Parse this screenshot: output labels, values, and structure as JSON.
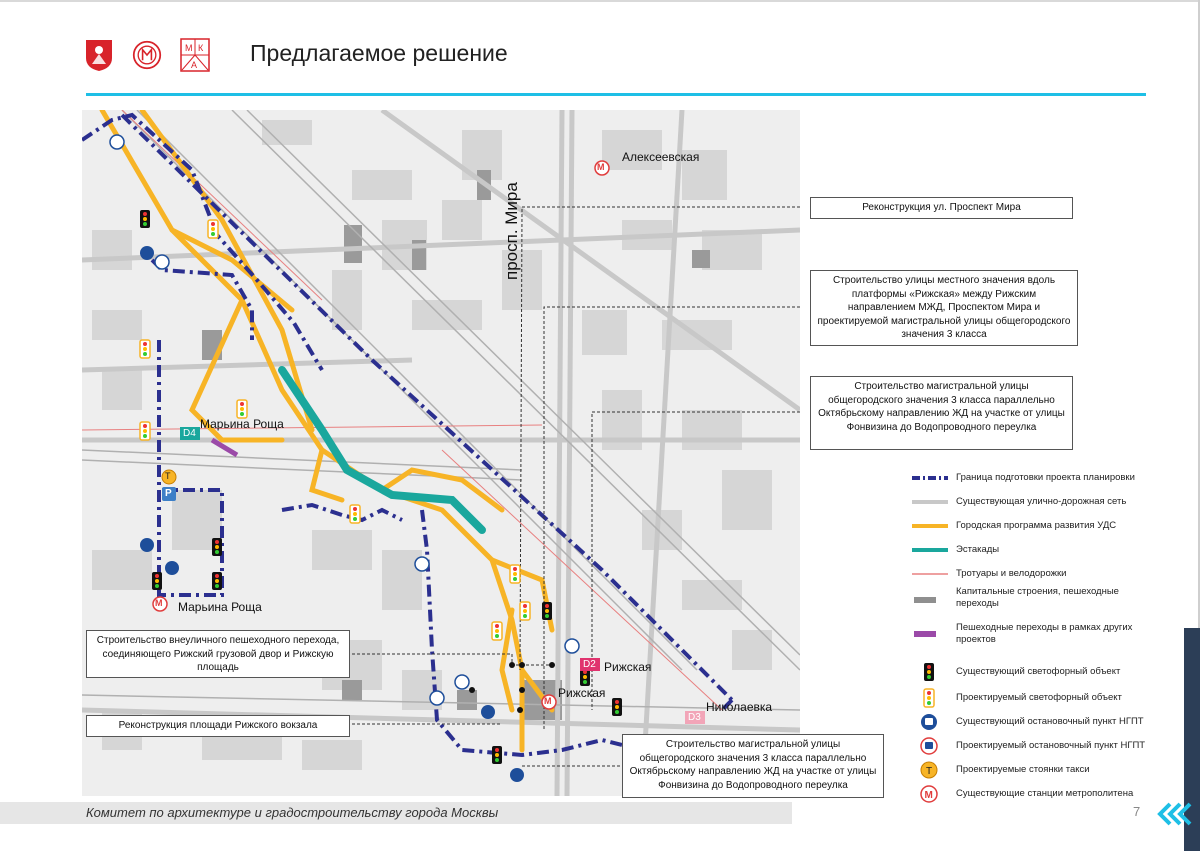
{
  "header": {
    "title": "Предлагаемое решение",
    "logo_text": "МКА"
  },
  "map": {
    "labels": {
      "alekseevskaya": "Алексеевская",
      "prosp_mira": "просп. Мира",
      "marina_roshcha_top": "Марьина Роща",
      "marina_roshcha_bottom": "Марьина Роща",
      "rizhskaya_right": "Рижская",
      "rizhskaya_center": "Рижская",
      "nikolaevka": "Николаевка",
      "badge_d4": "D4",
      "badge_d2": "D2",
      "badge_d3": "D3",
      "taxi_t": "Т",
      "parking_p": "P",
      "metro_m": "М"
    },
    "colors": {
      "boundary": "#2b2f8f",
      "existing_road": "#c8c8c8",
      "program": "#f7b426",
      "overpass": "#1aa79d",
      "sidewalk": "#e88080",
      "buildings": "#8f8f8f",
      "other_crossings": "#9b4aa8",
      "metro": "#e03c3c",
      "bus": "#1e4e9a",
      "d_badge": "#e0336e",
      "accent": "#1ebfe6"
    }
  },
  "callouts": {
    "c1": "Реконструкция ул. Проспект Мира",
    "c2": "Строительство улицы местного значения вдоль платформы «Рижская» между Рижским направлением МЖД, Проспектом Мира и проектируемой магистральной улицы общегородского значения 3 класса",
    "c3": "Строительство магистральной улицы общегородского значения 3 класса параллельно Октябрьскому направлению ЖД на участке от улицы Фонвизина до Водопроводного переулка",
    "c4": "Строительство внеуличного пешеходного перехода, соединяющего Рижский грузовой двор и Рижскую площадь",
    "c5": "Реконструкция площади Рижского вокзала",
    "c6": "Строительство магистральной улицы общегородского значения 3 класса параллельно Октябрьскому направлению ЖД на участке от улицы Фонвизина до Водопроводного переулка"
  },
  "legend": {
    "items": [
      {
        "label": "Граница подготовки проекта планировки",
        "icon": "dash-dot-line"
      },
      {
        "label": "Существующая улично-дорожная сеть",
        "icon": "grey-line"
      },
      {
        "label": "Городская программа развития УДС",
        "icon": "orange-line"
      },
      {
        "label": "Эстакады",
        "icon": "teal-line"
      },
      {
        "label": "Тротуары и велодорожки",
        "icon": "pink-line"
      },
      {
        "label": "Капитальные строения, пешеходные переходы",
        "icon": "dark-grey-bar"
      },
      {
        "label": "Пешеходные переходы в рамках других проектов",
        "icon": "purple-bar"
      },
      {
        "label": "Существующий светофорный объект",
        "icon": "traffic-light-existing"
      },
      {
        "label": "Проектируемый светофорный объект",
        "icon": "traffic-light-planned"
      },
      {
        "label": "Существующий остановочный пункт НГПТ",
        "icon": "bus-stop-existing"
      },
      {
        "label": "Проектируемый остановочный пункт НГПТ",
        "icon": "bus-stop-planned"
      },
      {
        "label": "Проектируемые стоянки такси",
        "icon": "taxi-icon"
      },
      {
        "label": "Существующие станции метрополитена",
        "icon": "metro-icon"
      }
    ]
  },
  "footer": {
    "text": "Комитет по архитектуре и градостроительству города Москвы",
    "page": "7"
  }
}
